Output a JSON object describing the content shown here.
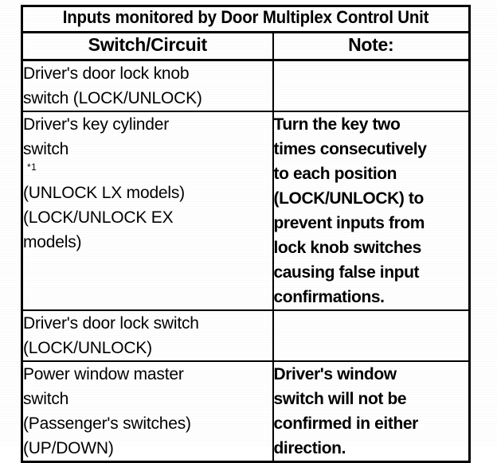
{
  "document": {
    "table_title": "Inputs monitored by Door Multiplex Control Unit",
    "columns": [
      {
        "key": "switch",
        "label": "Switch/Circuit"
      },
      {
        "key": "note",
        "label": "Note:"
      }
    ],
    "rows": [
      {
        "name": "row-driver-door-lock-knob-switch",
        "switch": "Driver's door lock knob\nswitch (LOCK/UNLOCK)",
        "note": "",
        "footnote_marker": ""
      },
      {
        "name": "row-driver-key-cylinder-switch",
        "switch": "Driver's key cylinder\nswitch",
        "switch_tail": "(UNLOCK LX models)\n(LOCK/UNLOCK EX\nmodels)",
        "footnote_marker": "*1",
        "note": "Turn the key two\ntimes consecutively\nto each position\n(LOCK/UNLOCK) to\nprevent inputs from\nlock knob switches\ncausing false input\nconfirmations."
      },
      {
        "name": "row-driver-door-lock-switch",
        "switch": "Driver's door lock switch\n(LOCK/UNLOCK)",
        "note": "",
        "footnote_marker": ""
      },
      {
        "name": "row-power-window-master-switch",
        "switch": "Power window master\nswitch\n(Passenger's switches)\n(UP/DOWN)",
        "note": "Driver's window\nswitch will not be\nconfirmed in either\ndirection.",
        "footnote_marker": ""
      }
    ],
    "colors": {
      "ink": "#000000",
      "paper": "#ffffff"
    }
  }
}
